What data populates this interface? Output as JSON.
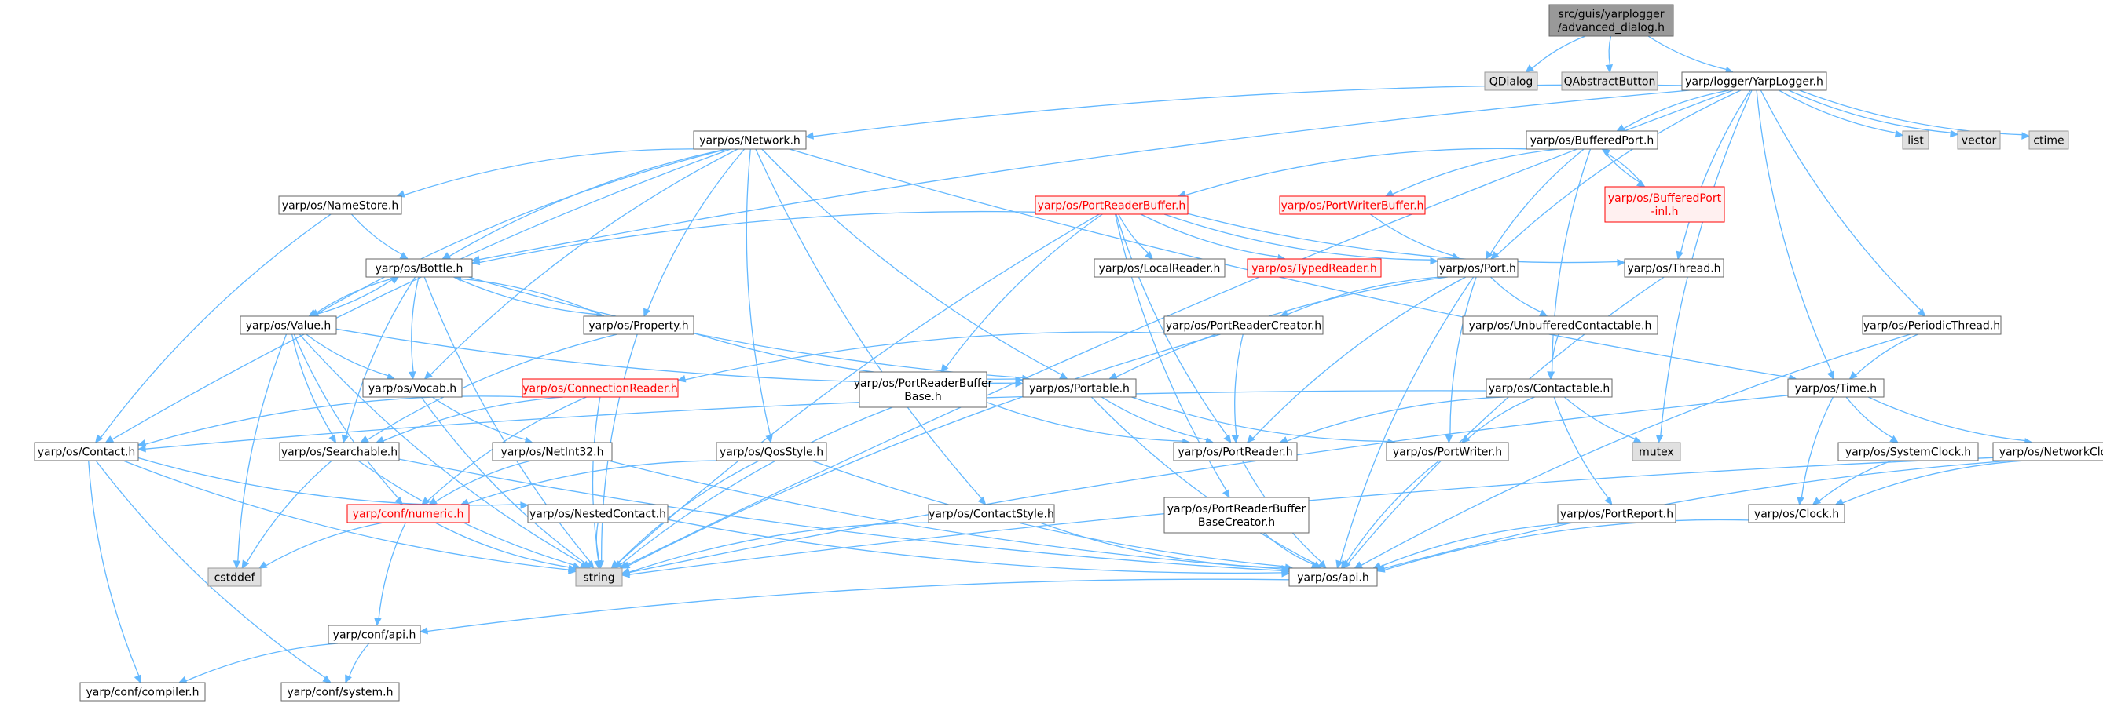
{
  "colors": {
    "edge": "#63B8FF",
    "node_border": "#666666",
    "system_fill": "#E0E0E0",
    "root_fill": "#999999",
    "warning_border": "#FF0000",
    "warning_fill": "#FFF0F0"
  },
  "nodes": {
    "advanced_dialog": [
      "src/guis/yarplogger",
      "/advanced_dialog.h"
    ],
    "qdialog": [
      "QDialog"
    ],
    "qabstractbutton": [
      "QAbstractButton"
    ],
    "yarplogger": [
      "yarp/logger/YarpLogger.h"
    ],
    "list": [
      "list"
    ],
    "vector": [
      "vector"
    ],
    "ctime": [
      "ctime"
    ],
    "network": [
      "yarp/os/Network.h"
    ],
    "bufferedport": [
      "yarp/os/BufferedPort.h"
    ],
    "nameStore": [
      "yarp/os/NameStore.h"
    ],
    "portreaderbuffer": [
      "yarp/os/PortReaderBuffer.h"
    ],
    "portwriterbuffer": [
      "yarp/os/PortWriterBuffer.h"
    ],
    "bufferedport_inl": [
      "yarp/os/BufferedPort",
      "-inl.h"
    ],
    "bottle": [
      "yarp/os/Bottle.h"
    ],
    "localreader": [
      "yarp/os/LocalReader.h"
    ],
    "typedreader": [
      "yarp/os/TypedReader.h"
    ],
    "port": [
      "yarp/os/Port.h"
    ],
    "thread": [
      "yarp/os/Thread.h"
    ],
    "value": [
      "yarp/os/Value.h"
    ],
    "property": [
      "yarp/os/Property.h"
    ],
    "portreadercreator": [
      "yarp/os/PortReaderCreator.h"
    ],
    "unbufferedcontactable": [
      "yarp/os/UnbufferedContactable.h"
    ],
    "periodicthread": [
      "yarp/os/PeriodicThread.h"
    ],
    "vocab": [
      "yarp/os/Vocab.h"
    ],
    "connectionreader": [
      "yarp/os/ConnectionReader.h"
    ],
    "portreaderbufferbase": [
      "yarp/os/PortReaderBuffer",
      "Base.h"
    ],
    "portable": [
      "yarp/os/Portable.h"
    ],
    "contactable": [
      "yarp/os/Contactable.h"
    ],
    "time": [
      "yarp/os/Time.h"
    ],
    "contact": [
      "yarp/os/Contact.h"
    ],
    "searchable": [
      "yarp/os/Searchable.h"
    ],
    "netint32": [
      "yarp/os/NetInt32.h"
    ],
    "qosstyle": [
      "yarp/os/QosStyle.h"
    ],
    "portreader": [
      "yarp/os/PortReader.h"
    ],
    "portwriter": [
      "yarp/os/PortWriter.h"
    ],
    "mutex": [
      "mutex"
    ],
    "systemclock": [
      "yarp/os/SystemClock.h"
    ],
    "networkclock": [
      "yarp/os/NetworkClock.h"
    ],
    "numeric": [
      "yarp/conf/numeric.h"
    ],
    "nestedcontact": [
      "yarp/os/NestedContact.h"
    ],
    "contactstyle": [
      "yarp/os/ContactStyle.h"
    ],
    "portreaderbuffercreator": [
      "yarp/os/PortReaderBuffer",
      "BaseCreator.h"
    ],
    "portreport": [
      "yarp/os/PortReport.h"
    ],
    "clock": [
      "yarp/os/Clock.h"
    ],
    "cstddef": [
      "cstddef"
    ],
    "string": [
      "string"
    ],
    "os_api": [
      "yarp/os/api.h"
    ],
    "conf_api": [
      "yarp/conf/api.h"
    ],
    "compiler": [
      "yarp/conf/compiler.h"
    ],
    "system": [
      "yarp/conf/system.h"
    ]
  }
}
